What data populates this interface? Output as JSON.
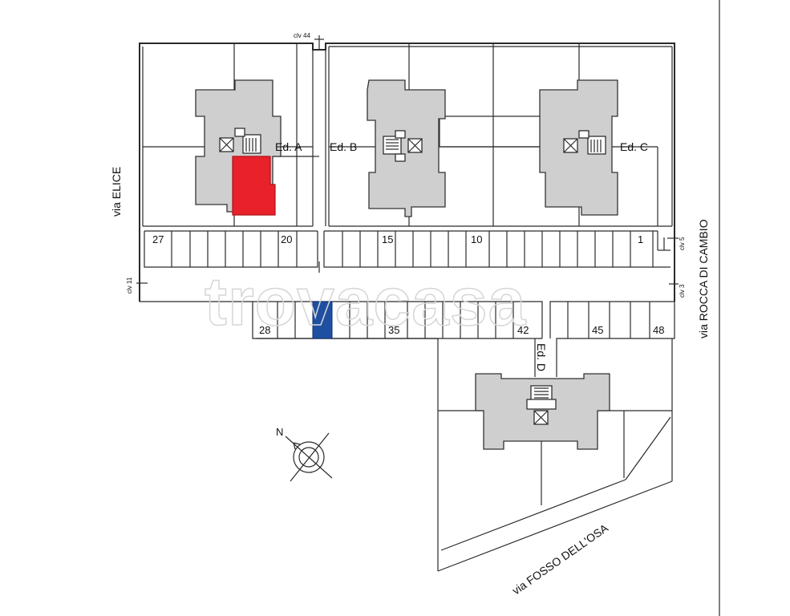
{
  "buildings": {
    "a": {
      "label": "Ed. A"
    },
    "b": {
      "label": "Ed. B"
    },
    "c": {
      "label": "Ed. C"
    },
    "d": {
      "label": "Ed. D"
    }
  },
  "streets": {
    "elice": "via ELICE",
    "rocca_di_cambio": "via ROCCA DI CAMBIO",
    "fosso_dell_osa": "via FOSSO DELL'OSA"
  },
  "civic_numbers": {
    "clv44": "clv 44",
    "clv11": "clv 11",
    "clv5": "clv 5",
    "clv3": "clv 3"
  },
  "parking_numbers": {
    "n27": "27",
    "n20": "20",
    "n15": "15",
    "n10": "10",
    "n1": "1",
    "n28": "28",
    "n35": "35",
    "n42": "42",
    "n45": "45",
    "n48": "48"
  },
  "compass": {
    "north": "N"
  },
  "watermark": "trovacasa",
  "highlight_colors": {
    "apartment": "#e8212a",
    "parking_space": "#1f4fa0"
  }
}
